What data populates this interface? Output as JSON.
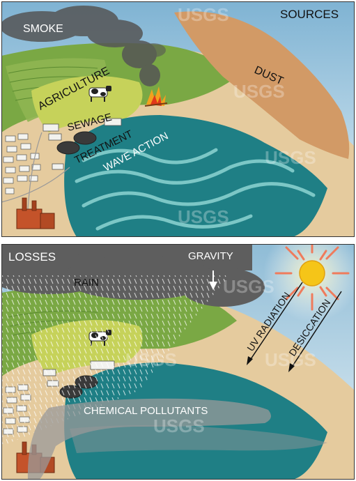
{
  "top_panel": {
    "title": "SOURCES",
    "labels": {
      "smoke": "SMOKE",
      "dust": "DUST",
      "agriculture": "AGRICULTURE",
      "sewage": "SEWAGE",
      "treatment": "TREATMENT",
      "wave_action": "WAVE ACTION"
    }
  },
  "bottom_panel": {
    "title": "LOSSES",
    "labels": {
      "rain": "RAIN",
      "gravity": "GRAVITY",
      "uv_radiation": "UV RADIATION",
      "desiccation": "DESICCATION",
      "chemical_pollutants": "CHEMICAL POLLUTANTS"
    }
  },
  "watermark": "USGS",
  "colors": {
    "sky": "#9fc7dc",
    "water": "#1f7f85",
    "beach": "#e3c79a",
    "dust": "#d39a66",
    "grass": "#7aa844",
    "agriculture": "#c2cf55",
    "factory": "#c4532a",
    "sun": "#f5c518",
    "sun_rays": "#ef7b5c",
    "storm": "#6b6b6b"
  }
}
